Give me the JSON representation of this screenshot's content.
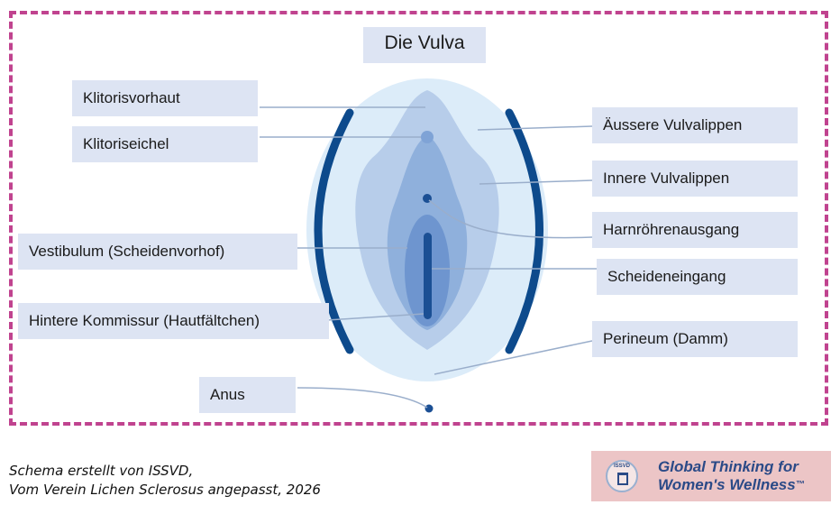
{
  "diagram": {
    "title": "Die Vulva",
    "labels": {
      "klitorisvorhaut": "Klitorisvorhaut",
      "klitoriseichel": "Klitoriseichel",
      "vestibulum": "Vestibulum (Scheidenvorhof)",
      "hintere_kommissur": "Hintere Kommissur (Hautfältchen)",
      "anus": "Anus",
      "aeussere_vulvalippen": "Äussere Vulvalippen",
      "innere_vulvalippen": "Innere Vulvalippen",
      "harnroehrenausgang": "Harnröhrenausgang",
      "scheideneingang": "Scheideneingang",
      "perineum": "Perineum (Damm)"
    },
    "colors": {
      "frame": "#c0438f",
      "outer": "#dcecf9",
      "outer_rim": "#0d4a8c",
      "mid": "#b7cdea",
      "inner": "#8fb0dc",
      "core": "#6e95cf",
      "label_bg": "#dde4f3",
      "marker": "#1b4f94"
    }
  },
  "footer": {
    "credit_line1": "Schema erstellt von ISSVD,",
    "credit_line2": "Vom Verein Lichen Sclerosus angepasst, 2026",
    "badge_line1": "Global Thinking for",
    "badge_line2": "Women's Wellness",
    "badge_tm": "™",
    "badge_seal_text": "ISSVD"
  }
}
